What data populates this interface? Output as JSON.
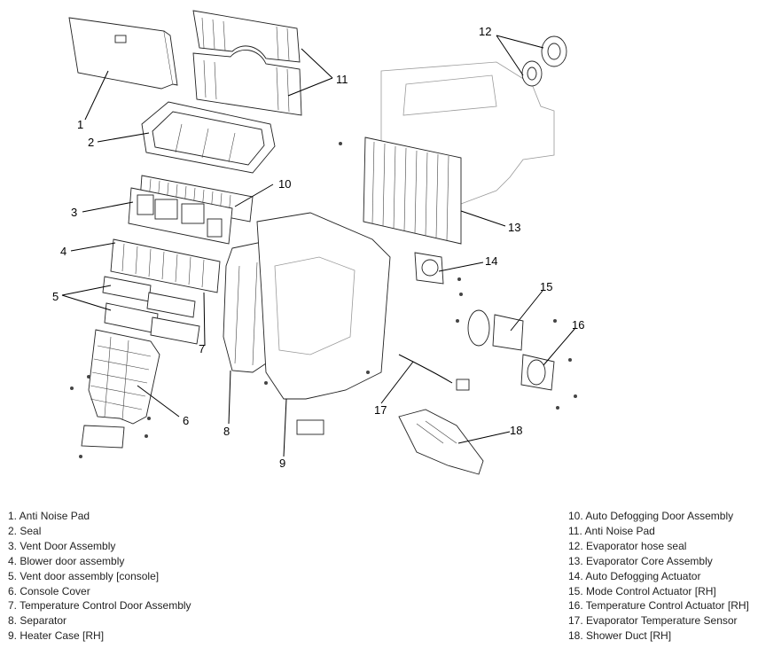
{
  "callouts": [
    "1",
    "2",
    "3",
    "4",
    "5",
    "6",
    "7",
    "8",
    "9",
    "10",
    "11",
    "12",
    "13",
    "14",
    "15",
    "16",
    "17",
    "18"
  ],
  "legend_left": [
    "1. Anti Noise Pad",
    "2. Seal",
    "3. Vent Door Assembly",
    "4. Blower door assembly",
    "5. Vent door assembly [console]",
    "6. Console Cover",
    "7. Temperature Control Door Assembly",
    "8. Separator",
    "9. Heater Case [RH]"
  ],
  "legend_right": [
    "10. Auto Defogging Door Assembly",
    "11. Anti Noise Pad",
    "12. Evaporator hose seal",
    "13. Evaporator Core Assembly",
    "14. Auto Defogging Actuator",
    "15. Mode Control Actuator [RH]",
    "16. Temperature Control Actuator [RH]",
    "17. Evaporator Temperature Sensor",
    "18. Shower Duct [RH]"
  ]
}
